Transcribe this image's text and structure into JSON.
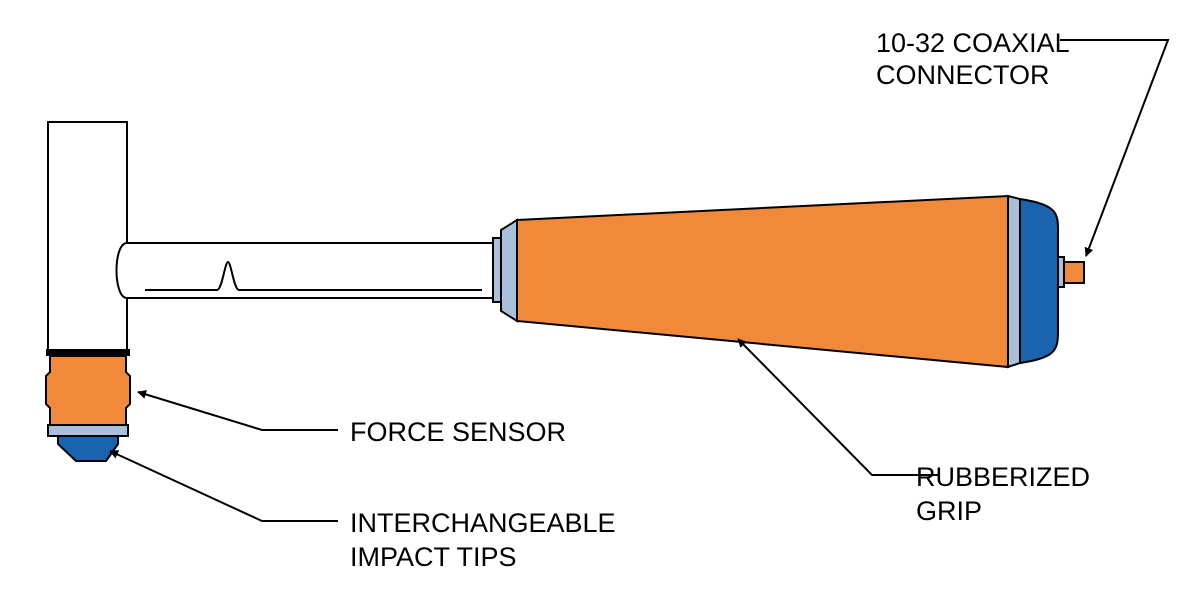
{
  "labels": {
    "connector_line1": "10-32 COAXIAL",
    "connector_line2": "CONNECTOR",
    "force_sensor": "FORCE SENSOR",
    "tips_line1": "INTERCHANGEABLE",
    "tips_line2": "IMPACT TIPS",
    "grip_line1": "RUBBERIZED",
    "grip_line2": "GRIP"
  },
  "colors": {
    "grip_orange": "#F08A3A",
    "cap_blue": "#1A63AE",
    "ring_light_blue": "#A9C0DC",
    "outline": "#000000",
    "background": "#FFFFFF"
  }
}
